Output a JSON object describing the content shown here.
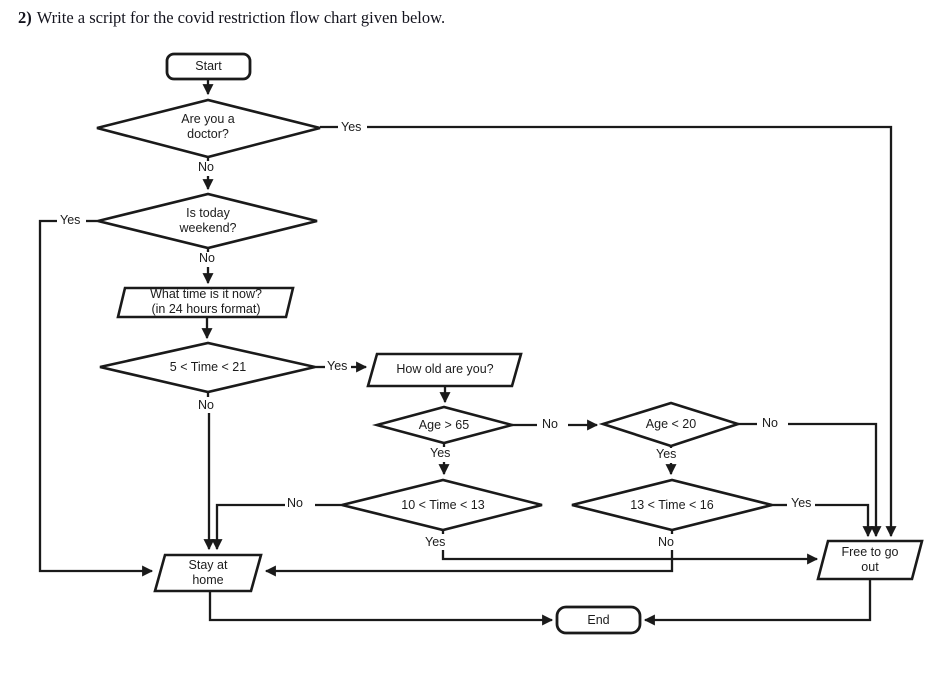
{
  "title": {
    "number": "2)",
    "text": "Write a script for the covid restriction flow chart given below."
  },
  "flowchart": {
    "colors": {
      "line": "#1a1a1a",
      "text": "#1c1c1c",
      "background": "#ffffff"
    },
    "nodes": {
      "start": {
        "type": "terminator",
        "label": "Start"
      },
      "is_doctor": {
        "type": "decision",
        "lines": [
          "Are you a",
          "doctor?"
        ]
      },
      "is_weekend": {
        "type": "decision",
        "lines": [
          "Is today",
          "weekend?"
        ]
      },
      "time_input": {
        "type": "input-output",
        "lines": [
          "What time is it now?",
          "(in 24 hours format)"
        ]
      },
      "time_5_21": {
        "type": "decision",
        "label": "5 < Time < 21"
      },
      "age_input": {
        "type": "input-output",
        "label": "How old are you?"
      },
      "age_gt_65": {
        "type": "decision",
        "label": "Age > 65"
      },
      "age_lt_20": {
        "type": "decision",
        "label": "Age < 20"
      },
      "time_10_13": {
        "type": "decision",
        "label": "10 < Time < 13"
      },
      "time_13_16": {
        "type": "decision",
        "label": "13 < Time < 16"
      },
      "stay_home": {
        "type": "input-output",
        "lines": [
          "Stay at",
          "home"
        ]
      },
      "free_out": {
        "type": "input-output",
        "lines": [
          "Free to go",
          "out"
        ]
      },
      "end": {
        "type": "terminator",
        "label": "End"
      }
    },
    "edges": [
      {
        "from": "start",
        "to": "is_doctor",
        "label": ""
      },
      {
        "from": "is_doctor",
        "to": "free_out",
        "label": "Yes"
      },
      {
        "from": "is_doctor",
        "to": "is_weekend",
        "label": "No"
      },
      {
        "from": "is_weekend",
        "to": "stay_home",
        "label": "Yes"
      },
      {
        "from": "is_weekend",
        "to": "time_input",
        "label": "No"
      },
      {
        "from": "time_input",
        "to": "time_5_21",
        "label": ""
      },
      {
        "from": "time_5_21",
        "to": "age_input",
        "label": "Yes"
      },
      {
        "from": "time_5_21",
        "to": "stay_home",
        "label": "No"
      },
      {
        "from": "age_input",
        "to": "age_gt_65",
        "label": ""
      },
      {
        "from": "age_gt_65",
        "to": "age_lt_20",
        "label": "No"
      },
      {
        "from": "age_gt_65",
        "to": "time_10_13",
        "label": "Yes"
      },
      {
        "from": "time_10_13",
        "to": "stay_home",
        "label": "No"
      },
      {
        "from": "time_10_13",
        "to": "free_out",
        "label": "Yes"
      },
      {
        "from": "age_lt_20",
        "to": "time_13_16",
        "label": "Yes"
      },
      {
        "from": "age_lt_20",
        "to": "free_out",
        "label": "No"
      },
      {
        "from": "time_13_16",
        "to": "free_out",
        "label": "Yes"
      },
      {
        "from": "time_13_16",
        "to": "stay_home",
        "label": "No"
      },
      {
        "from": "stay_home",
        "to": "end",
        "label": ""
      },
      {
        "from": "free_out",
        "to": "end",
        "label": ""
      }
    ]
  }
}
